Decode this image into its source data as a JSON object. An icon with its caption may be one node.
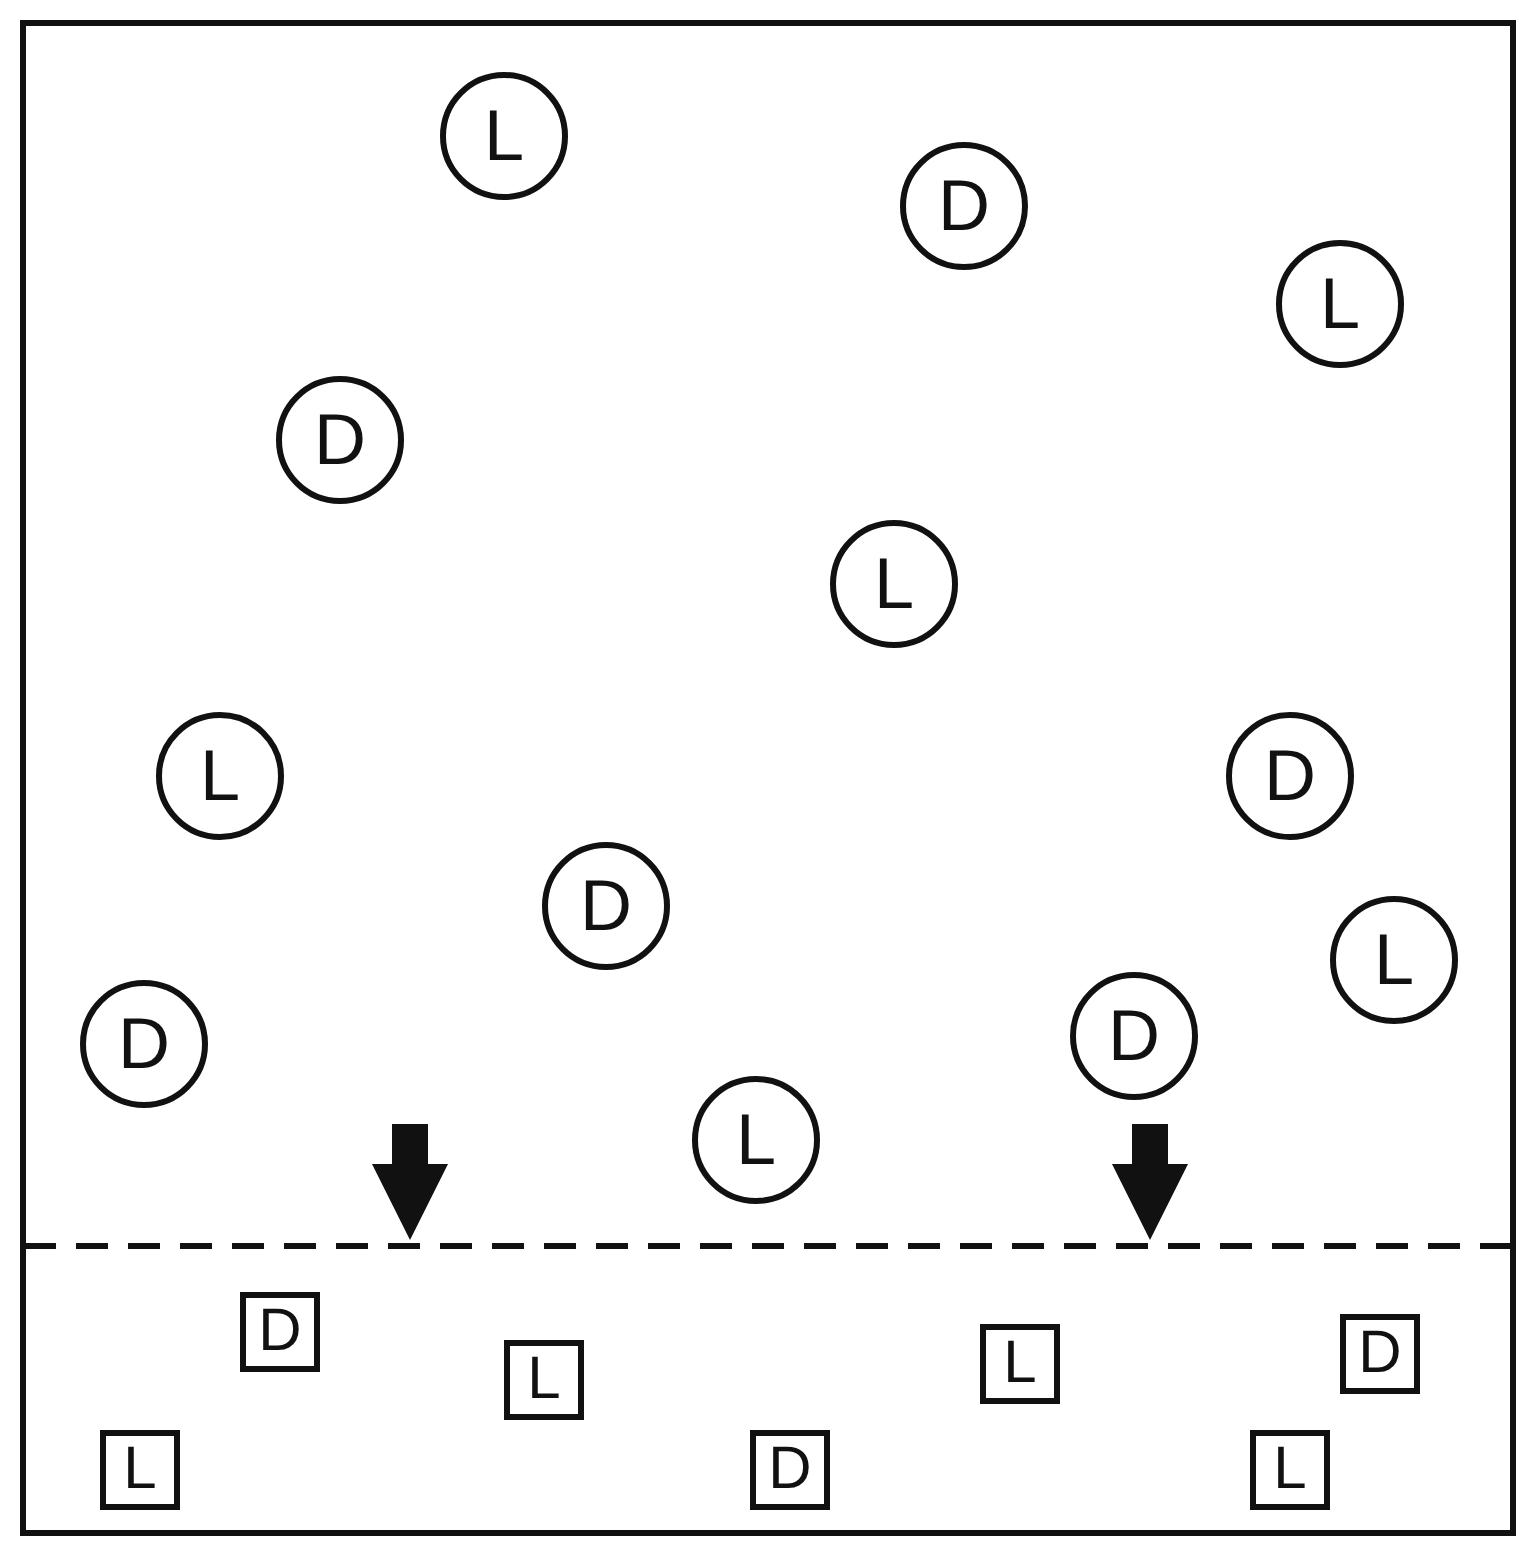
{
  "diagram": {
    "nodes": [
      {
        "text": [
          "L"
        ]
      },
      {
        "text": [
          "D"
        ]
      },
      {
        "text": [
          "L"
        ]
      },
      {
        "text": [
          "D"
        ]
      },
      {
        "text": [
          "L"
        ]
      },
      {
        "text": [
          "L"
        ]
      },
      {
        "text": [
          "D"
        ]
      },
      {
        "text": [
          "D"
        ]
      },
      {
        "text": [
          "L"
        ]
      },
      {
        "text": [
          "D"
        ]
      },
      {
        "text": [
          "D"
        ]
      },
      {
        "text": [
          "L"
        ]
      },
      {
        "text": [
          "D"
        ]
      },
      {
        "text": [
          "D"
        ]
      },
      {
        "text": [
          "L"
        ]
      },
      {
        "text": [
          "L"
        ]
      },
      {
        "text": [
          "L"
        ]
      },
      {
        "text": [
          "D"
        ]
      },
      {
        "text": [
          "L"
        ]
      }
    ]
  }
}
